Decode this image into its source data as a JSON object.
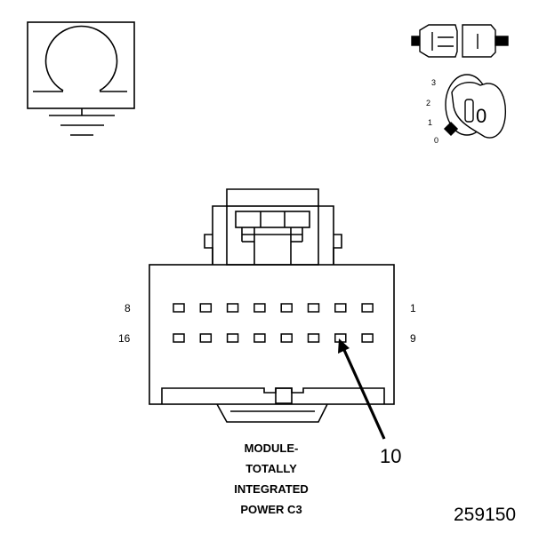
{
  "ground_symbol": {
    "icon": "ground-icon"
  },
  "ignition": {
    "switch_icon": "ignition-switch-icon",
    "key_icon": "ignition-key-icon",
    "key_positions": [
      "3",
      "2",
      "1",
      "0"
    ],
    "key_face": "0"
  },
  "connector": {
    "top_row": {
      "left_pin": "8",
      "right_pin": "1",
      "cavity_count": 8
    },
    "bottom_row": {
      "left_pin": "16",
      "right_pin": "9",
      "cavity_count": 8
    },
    "callout": "10",
    "caption": [
      "MODULE-",
      "TOTALLY",
      "INTEGRATED",
      "POWER C3"
    ]
  },
  "figure_id": "259150"
}
